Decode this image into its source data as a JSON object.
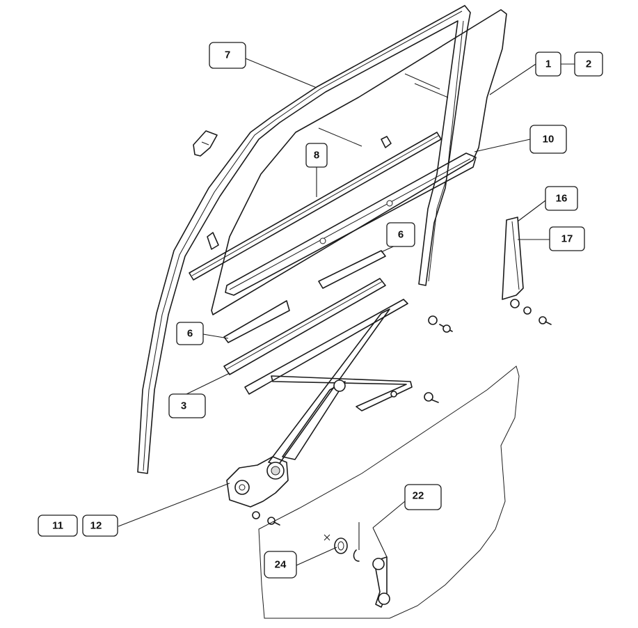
{
  "callouts": {
    "c1": "1",
    "c2": "2",
    "c3": "3",
    "c6a": "6",
    "c6b": "6",
    "c7": "7",
    "c8": "8",
    "c10": "10",
    "c11": "11",
    "c12": "12",
    "c16": "16",
    "c17": "17",
    "c22": "22",
    "c24": "24"
  },
  "colors": {
    "line": "#1a1a1a",
    "background": "#ffffff"
  }
}
